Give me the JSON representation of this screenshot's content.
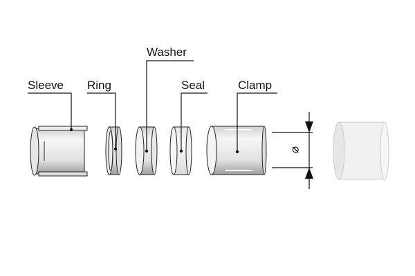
{
  "labels": {
    "sleeve": "Sleeve",
    "ring": "Ring",
    "washer": "Washer",
    "seal": "Seal",
    "clamp": "Clamp"
  },
  "dimension": {
    "symbol": "⌀"
  },
  "colors": {
    "part_light": "#f4f4f4",
    "part_mid": "#d6d6d6",
    "part_dark": "#a8a8a8",
    "line": "#111111"
  }
}
